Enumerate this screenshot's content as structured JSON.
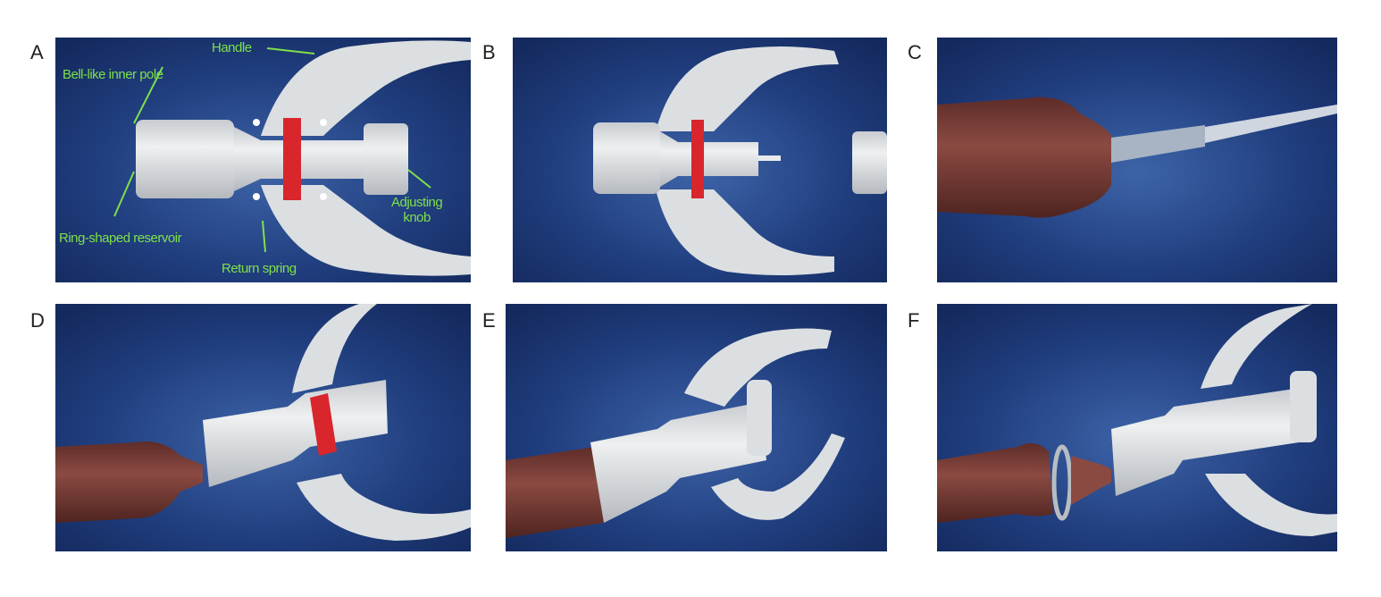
{
  "panels": [
    {
      "label": "A"
    },
    {
      "label": "B"
    },
    {
      "label": "C"
    },
    {
      "label": "D"
    },
    {
      "label": "E"
    },
    {
      "label": "F"
    }
  ],
  "annotations": {
    "handle": "Handle",
    "bell_like_inner_pole": "Bell-like inner pole",
    "ring_shaped_reservoir": "Ring-shaped reservoir",
    "return_spring": "Return spring",
    "adjusting_knob_line1": "Adjusting",
    "adjusting_knob_line2": "knob"
  },
  "colors": {
    "background": "#1b3570",
    "device": "#d9dcde",
    "clamp": "#d8262c",
    "tissue": "#7a4038",
    "annotation": "#7ee04a"
  }
}
